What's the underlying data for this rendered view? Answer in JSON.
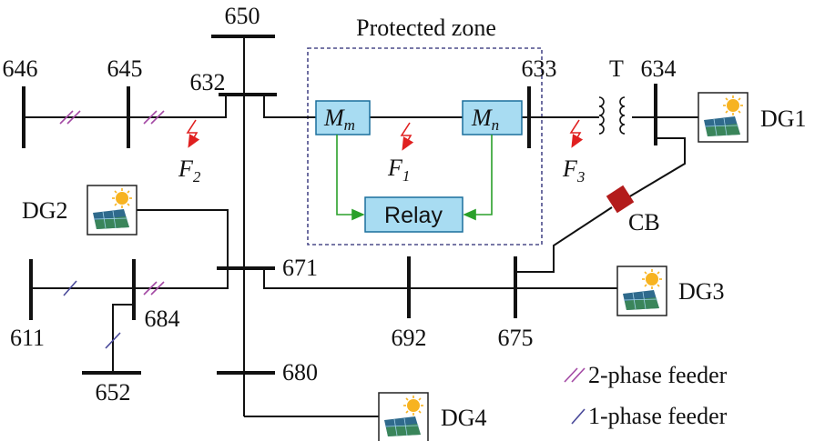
{
  "colors": {
    "line": "#111111",
    "two_phase": "#a349a4",
    "one_phase": "#4a4a9a",
    "fault": "#e02020",
    "signal": "#2aa02a",
    "box_fill": "#a8dcf2",
    "box_stroke": "#1a6e9c",
    "cb": "#b31b1b",
    "zone": "#4b4b8a"
  },
  "zone_label": "Protected zone",
  "buses": {
    "b650": "650",
    "b646": "646",
    "b645": "645",
    "b632": "632",
    "b633": "633",
    "b634": "634",
    "b671": "671",
    "b611": "611",
    "b684": "684",
    "b652": "652",
    "b692": "692",
    "b675": "675",
    "b680": "680"
  },
  "transformer_label": "T",
  "relays": {
    "mm_main": "M",
    "mm_sub": "m",
    "mn_main": "M",
    "mn_sub": "n",
    "relay": "Relay"
  },
  "faults": {
    "f1_main": "F",
    "f1_sub": "1",
    "f2_main": "F",
    "f2_sub": "2",
    "f3_main": "F",
    "f3_sub": "3"
  },
  "dgs": {
    "dg1": "DG1",
    "dg2": "DG2",
    "dg3": "DG3",
    "dg4": "DG4"
  },
  "icon": "solar-panel-icon",
  "cb_label": "CB",
  "legend": {
    "two_phase": "2-phase feeder",
    "one_phase": "1-phase feeder"
  }
}
